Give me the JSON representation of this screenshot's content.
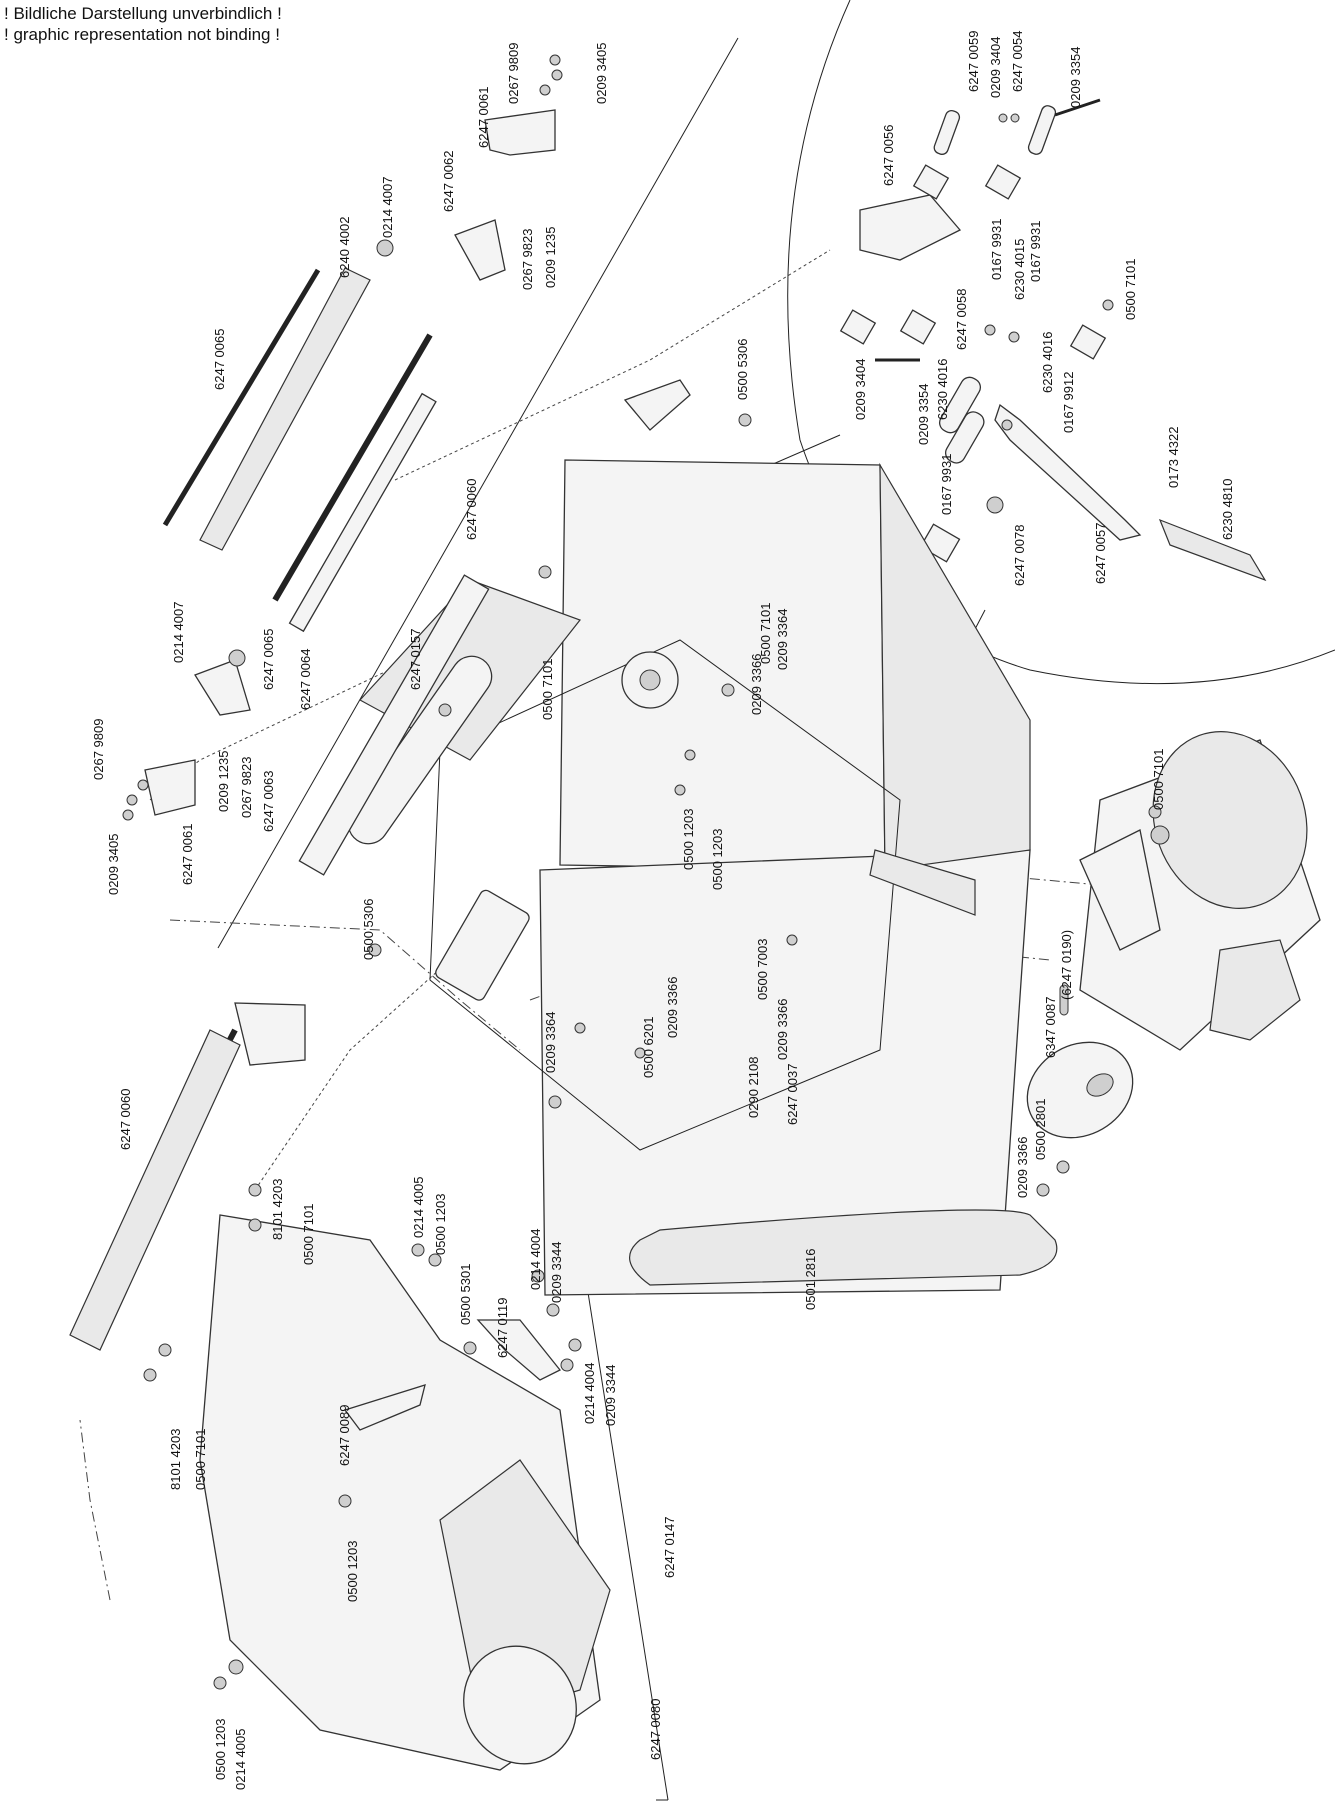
{
  "disclaimer": {
    "de": "! Bildliche Darstellung unverbindlich !",
    "en": "! graphic representation not binding !"
  },
  "part_labels": [
    {
      "id": "p01",
      "text": "6247 0059"
    },
    {
      "id": "p02",
      "text": "0209 3404"
    },
    {
      "id": "p03",
      "text": "6247 0054"
    },
    {
      "id": "p04",
      "text": "0209 3354"
    },
    {
      "id": "p05",
      "text": "6247 0056"
    },
    {
      "id": "p06",
      "text": "0167 9931"
    },
    {
      "id": "p07",
      "text": "6230 4015"
    },
    {
      "id": "p08",
      "text": "0167 9931"
    },
    {
      "id": "p09",
      "text": "0500 7101"
    },
    {
      "id": "p10",
      "text": "6247 0058"
    },
    {
      "id": "p11",
      "text": "0209 3404"
    },
    {
      "id": "p12",
      "text": "0209 3354"
    },
    {
      "id": "p13",
      "text": "6230 4016"
    },
    {
      "id": "p14",
      "text": "6230 4016"
    },
    {
      "id": "p15",
      "text": "0167 9912"
    },
    {
      "id": "p16",
      "text": "0167 9931"
    },
    {
      "id": "p17",
      "text": "0173 4322"
    },
    {
      "id": "p18",
      "text": "6230 4810"
    },
    {
      "id": "p19",
      "text": "6247 0078"
    },
    {
      "id": "p20",
      "text": "6247 0057"
    },
    {
      "id": "p21",
      "text": "0267 9809"
    },
    {
      "id": "p22",
      "text": "0209 3405"
    },
    {
      "id": "p23",
      "text": "6247 0061"
    },
    {
      "id": "p24",
      "text": "6247 0062"
    },
    {
      "id": "p25",
      "text": "0214 4007"
    },
    {
      "id": "p26",
      "text": "6240 4002"
    },
    {
      "id": "p27",
      "text": "0209 1235"
    },
    {
      "id": "p28",
      "text": "0267 9823"
    },
    {
      "id": "p29",
      "text": "6247 0065"
    },
    {
      "id": "p30",
      "text": "6247 0060"
    },
    {
      "id": "p31",
      "text": "0500 5306"
    },
    {
      "id": "p32",
      "text": "0214 4007"
    },
    {
      "id": "p33",
      "text": "6247 0065"
    },
    {
      "id": "p34",
      "text": "6247 0064"
    },
    {
      "id": "p35",
      "text": "6247 0157"
    },
    {
      "id": "p36",
      "text": "0500 7101"
    },
    {
      "id": "p37",
      "text": "0267 9809"
    },
    {
      "id": "p38",
      "text": "0209 3405"
    },
    {
      "id": "p39",
      "text": "6247 0061"
    },
    {
      "id": "p40",
      "text": "0209 1235"
    },
    {
      "id": "p41",
      "text": "0267 9823"
    },
    {
      "id": "p42",
      "text": "6247 0063"
    },
    {
      "id": "p43",
      "text": "0500 7101"
    },
    {
      "id": "p44",
      "text": "0209 3366"
    },
    {
      "id": "p45",
      "text": "0209 3364"
    },
    {
      "id": "p46",
      "text": "0500 1203"
    },
    {
      "id": "p47",
      "text": "0500 1203"
    },
    {
      "id": "p48",
      "text": "0500 7003"
    },
    {
      "id": "p49",
      "text": "0500 5306"
    },
    {
      "id": "p50",
      "text": "0209 3366"
    },
    {
      "id": "p51",
      "text": "0500 6201"
    },
    {
      "id": "p52",
      "text": "0209 3366"
    },
    {
      "id": "p53",
      "text": "0290 2108"
    },
    {
      "id": "p54",
      "text": "6247 0037"
    },
    {
      "id": "p55",
      "text": "0500 7101"
    },
    {
      "id": "p56",
      "text": "(6247 0190)"
    },
    {
      "id": "p57",
      "text": "6347 0087"
    },
    {
      "id": "p58",
      "text": "0209 3366"
    },
    {
      "id": "p59",
      "text": "0500 2801"
    },
    {
      "id": "p60",
      "text": "0209 3364"
    },
    {
      "id": "p61",
      "text": "6247 0060"
    },
    {
      "id": "p62",
      "text": "8101 4203"
    },
    {
      "id": "p63",
      "text": "0500 7101"
    },
    {
      "id": "p64",
      "text": "0214 4005"
    },
    {
      "id": "p65",
      "text": "0500 1203"
    },
    {
      "id": "p66",
      "text": "0500 5301"
    },
    {
      "id": "p67",
      "text": "6247 0119"
    },
    {
      "id": "p68",
      "text": "0214 4004"
    },
    {
      "id": "p69",
      "text": "0209 3344"
    },
    {
      "id": "p70",
      "text": "0214 4004"
    },
    {
      "id": "p71",
      "text": "0209 3344"
    },
    {
      "id": "p72",
      "text": "0501 2816"
    },
    {
      "id": "p73",
      "text": "6247 0089"
    },
    {
      "id": "p74",
      "text": "8101 4203"
    },
    {
      "id": "p75",
      "text": "0500 7101"
    },
    {
      "id": "p76",
      "text": "0500 1203"
    },
    {
      "id": "p77",
      "text": "6247 0147"
    },
    {
      "id": "p78",
      "text": "0500 1203"
    },
    {
      "id": "p79",
      "text": "0214 4005"
    },
    {
      "id": "p80",
      "text": "6247 0080"
    }
  ]
}
